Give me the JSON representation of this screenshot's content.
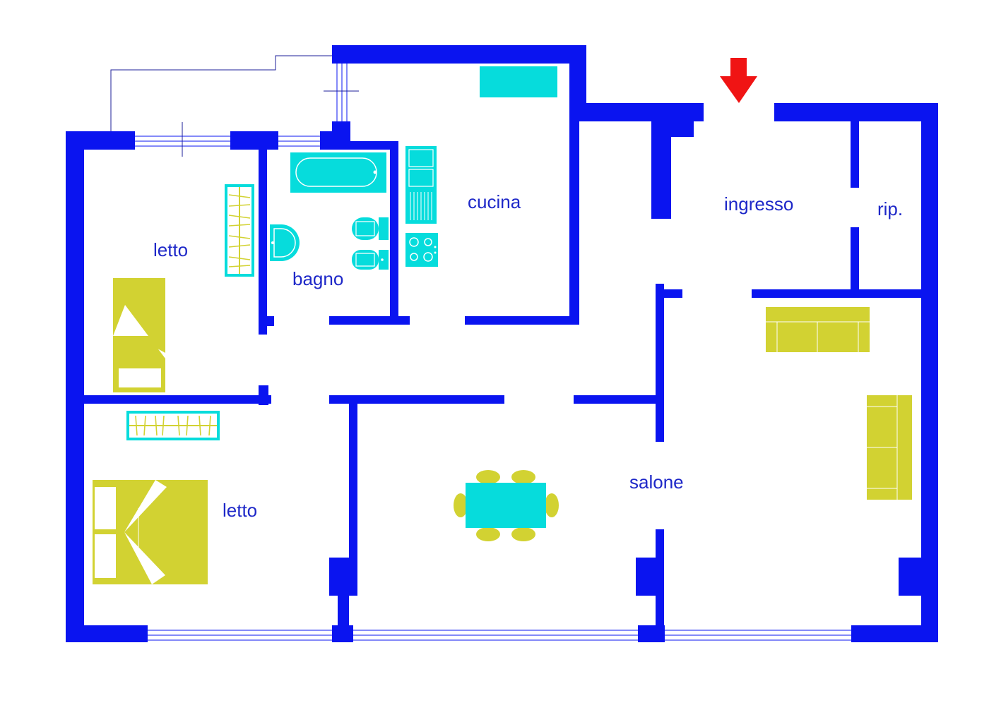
{
  "colors": {
    "wall": "#0a14f0",
    "fixture": "#06dcdc",
    "furniture": "#d2d232",
    "entrance_arrow": "#f01414",
    "label": "#1e28c8"
  },
  "rooms": {
    "letto_upper": "letto",
    "bagno": "bagno",
    "cucina": "cucina",
    "ingresso": "ingresso",
    "ripostiglio": "rip.",
    "letto_lower": "letto",
    "salone": "salone"
  },
  "icons": {
    "entrance": "entrance-arrow-icon"
  }
}
